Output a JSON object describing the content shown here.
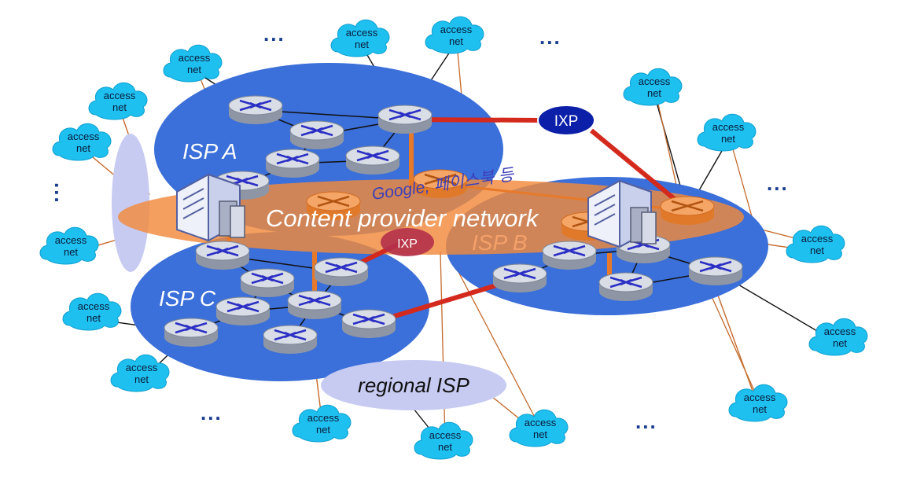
{
  "access_net": {
    "line1": "access",
    "line2": "net"
  },
  "isp_a": "ISP A",
  "isp_b": "ISP B",
  "isp_c": "ISP C",
  "ixp_top": "IXP",
  "ixp_center": "IXP",
  "content_provider": "Content provider network",
  "regional_isp": "regional ISP",
  "ellipsis": "...",
  "handwritten_note": "Google, 페이스북 등",
  "colors": {
    "isp_cloud": "#3b6fd9",
    "content_provider": "#f28a3c",
    "access_cloud": "#1ec0ef",
    "regional_isp": "#c7cbf2",
    "ixp": "#0b1fa8",
    "peering_link": "#d42a1e",
    "access_link": "#c46a2a"
  }
}
